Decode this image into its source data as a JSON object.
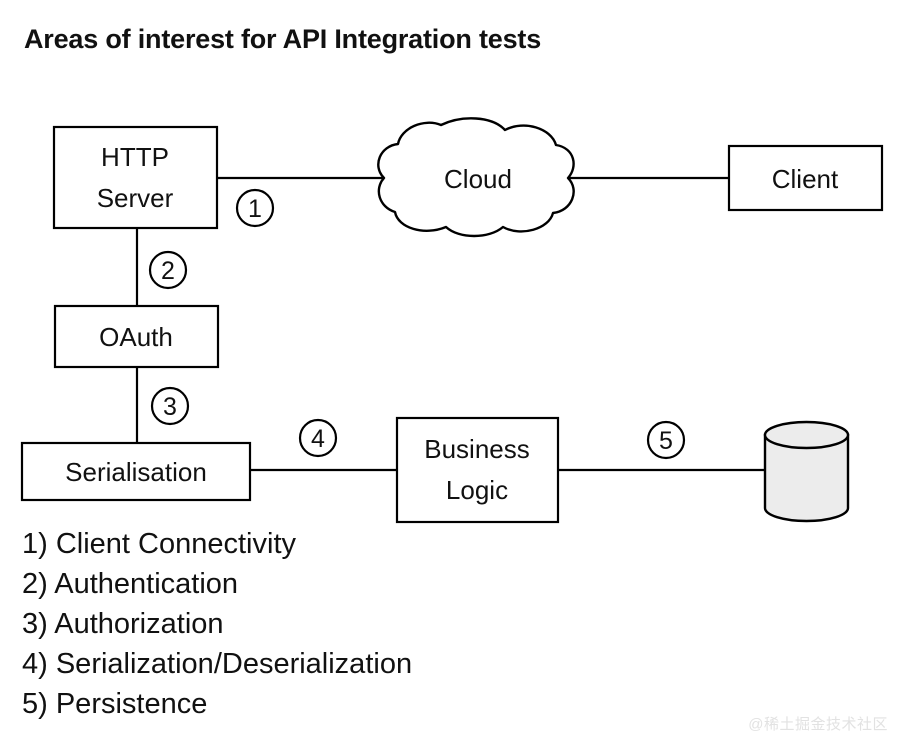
{
  "title": "Areas of interest for API Integration tests",
  "colors": {
    "stroke": "#000000",
    "background": "#ffffff",
    "node_fill": "#ffffff",
    "cylinder_fill": "#ececec",
    "text": "#111111",
    "watermark": "#e2e2e2"
  },
  "diagram": {
    "nodes": [
      {
        "id": "http-server",
        "label_line1": "HTTP",
        "label_line2": "Server",
        "shape": "rect"
      },
      {
        "id": "cloud",
        "label": "Cloud",
        "shape": "cloud"
      },
      {
        "id": "client",
        "label": "Client",
        "shape": "rect"
      },
      {
        "id": "oauth",
        "label": "OAuth",
        "shape": "rect"
      },
      {
        "id": "serialisation",
        "label": "Serialisation",
        "shape": "rect"
      },
      {
        "id": "business-logic",
        "label_line1": "Business",
        "label_line2": "Logic",
        "shape": "rect"
      },
      {
        "id": "database",
        "label": "",
        "shape": "cylinder"
      }
    ],
    "connector_markers": [
      {
        "id": "marker-1",
        "number": "1"
      },
      {
        "id": "marker-2",
        "number": "2"
      },
      {
        "id": "marker-3",
        "number": "3"
      },
      {
        "id": "marker-4",
        "number": "4"
      },
      {
        "id": "marker-5",
        "number": "5"
      }
    ]
  },
  "legend": {
    "items": [
      "1) Client Connectivity",
      "2) Authentication",
      "3) Authorization",
      "4) Serialization/Deserialization",
      "5) Persistence"
    ]
  },
  "watermark": "@稀土掘金技术社区"
}
